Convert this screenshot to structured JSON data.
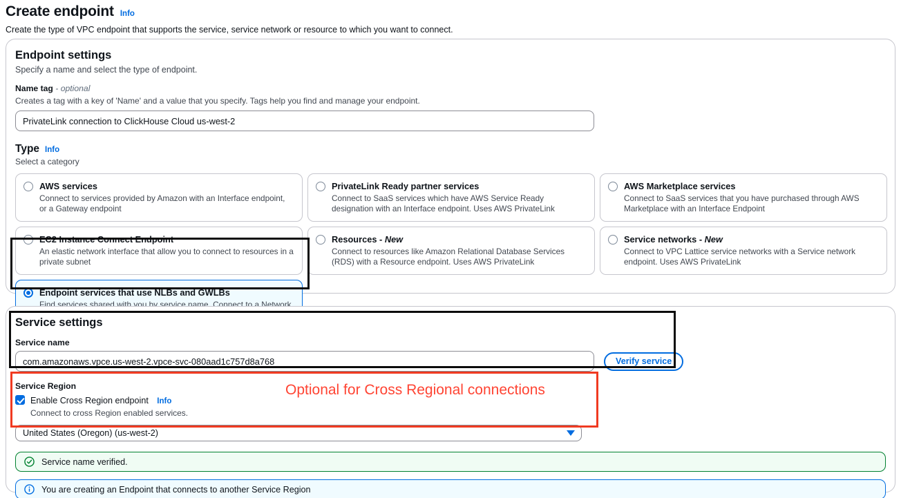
{
  "header": {
    "title": "Create endpoint",
    "info_label": "Info",
    "description": "Create the type of VPC endpoint that supports the service, service network or resource to which you want to connect."
  },
  "endpoint_settings": {
    "title": "Endpoint settings",
    "description": "Specify a name and select the type of endpoint.",
    "name_tag": {
      "label": "Name tag",
      "optional_suffix": "- optional",
      "hint": "Creates a tag with a key of 'Name' and a value that you specify. Tags help you find and manage your endpoint.",
      "value": "PrivateLink connection to ClickHouse Cloud us-west-2",
      "placeholder": "Name tag"
    },
    "type": {
      "label": "Type",
      "info_label": "Info",
      "hint": "Select a category",
      "options": [
        {
          "title": "AWS services",
          "description": "Connect to services provided by Amazon with an Interface endpoint, or a Gateway endpoint",
          "selected": false
        },
        {
          "title": "PrivateLink Ready partner services",
          "description": "Connect to SaaS services which have AWS Service Ready designation with an Interface endpoint. Uses AWS PrivateLink",
          "selected": false
        },
        {
          "title": "AWS Marketplace services",
          "description": "Connect to SaaS services that you have purchased through AWS Marketplace with an Interface Endpoint",
          "selected": false
        },
        {
          "title": "EC2 Instance Connect Endpoint",
          "description": "An elastic network interface that allow you to connect to resources in a private subnet",
          "selected": false
        },
        {
          "title": "Resources - New",
          "description": "Connect to resources like Amazon Relational Database Services (RDS) with a Resource endpoint. Uses AWS PrivateLink",
          "selected": false
        },
        {
          "title": "Service networks - New",
          "description": "Connect to VPC Lattice service networks with a Service network endpoint. Uses AWS PrivateLink",
          "selected": false
        },
        {
          "title": "Endpoint services that use NLBs and GWLBs",
          "description": "Find services shared with you by service name. Connect to a Network LoadBalancer (NLB) service with an Interface endpoint or to a Gateway LoadBalancer (GWLB) service with a Gateway Load Balancer endpoint",
          "selected": true
        }
      ]
    }
  },
  "service_settings": {
    "title": "Service settings",
    "service_name": {
      "label": "Service name",
      "value": "com.amazonaws.vpce.us-west-2.vpce-svc-080aad1c757d8a768",
      "placeholder": "Service name"
    },
    "verify_button_label": "Verify service",
    "service_region": {
      "label": "Service Region",
      "checkbox_label": "Enable Cross Region endpoint",
      "checkbox_info_label": "Info",
      "checkbox_checked": true,
      "checkbox_hint": "Connect to cross Region enabled services.",
      "selected_region": "United States (Oregon) (us-west-2)"
    }
  },
  "annotations": {
    "red_note": "Optional for Cross Regional connections",
    "red_color": "#ff4433",
    "black_color": "#0b0b0b"
  },
  "alerts": [
    {
      "type": "success",
      "icon": "check-circle-icon",
      "message": "Service name verified."
    },
    {
      "type": "info",
      "icon": "info-circle-icon",
      "message": "You are creating an Endpoint that connects to another Service Region"
    }
  ]
}
